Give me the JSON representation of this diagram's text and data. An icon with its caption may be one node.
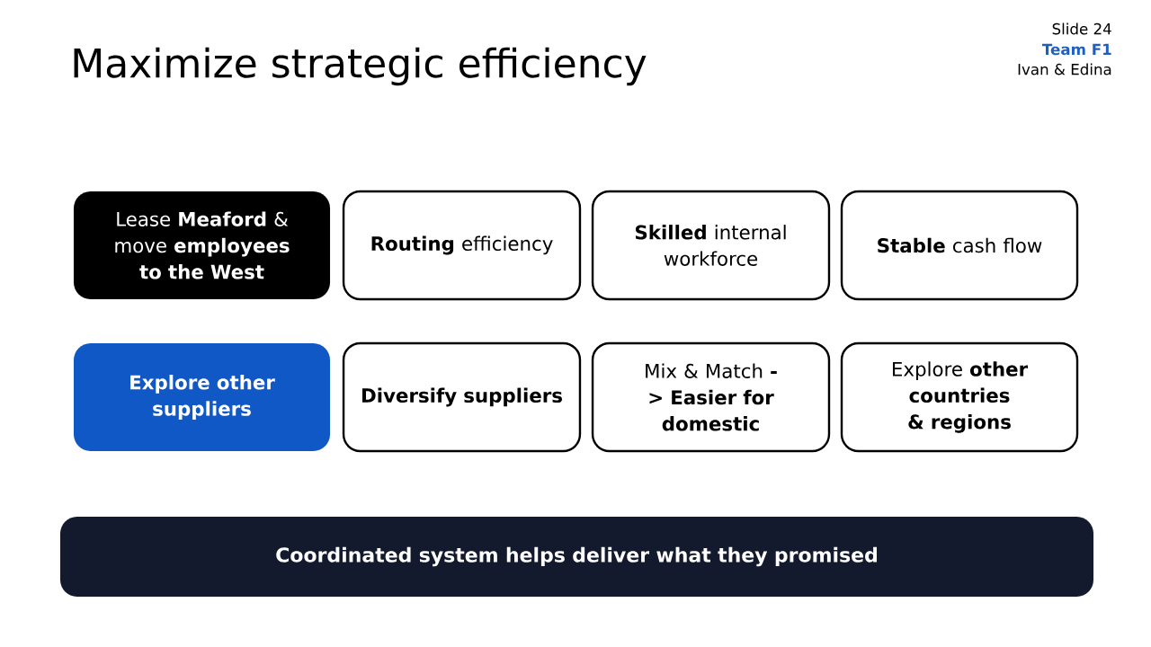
{
  "diagram": {
    "title": "Maximize strategic efficiency",
    "nodes": [
      {
        "text": [
          "Lease **Meaford** & move **employees to the West**"
        ]
      },
      {
        "text": [
          "**Routing** efficiency"
        ]
      },
      {
        "text": [
          "**Skilled** internal workforce"
        ]
      },
      {
        "text": [
          "**Stable** cash flow"
        ]
      },
      {
        "text": [
          "Explore other suppliers"
        ]
      },
      {
        "text": [
          "Diversify suppliers"
        ]
      },
      {
        "text": [
          "Mix & Match **->** **Easier for domestic**"
        ]
      },
      {
        "text": [
          "Explore **other countries & regions**"
        ]
      },
      {
        "text": [
          "Coordinated system helps deliver what they promised"
        ]
      }
    ],
    "labels": [
      "Slide 24",
      "Team F1",
      "Ivan & Edina"
    ]
  }
}
